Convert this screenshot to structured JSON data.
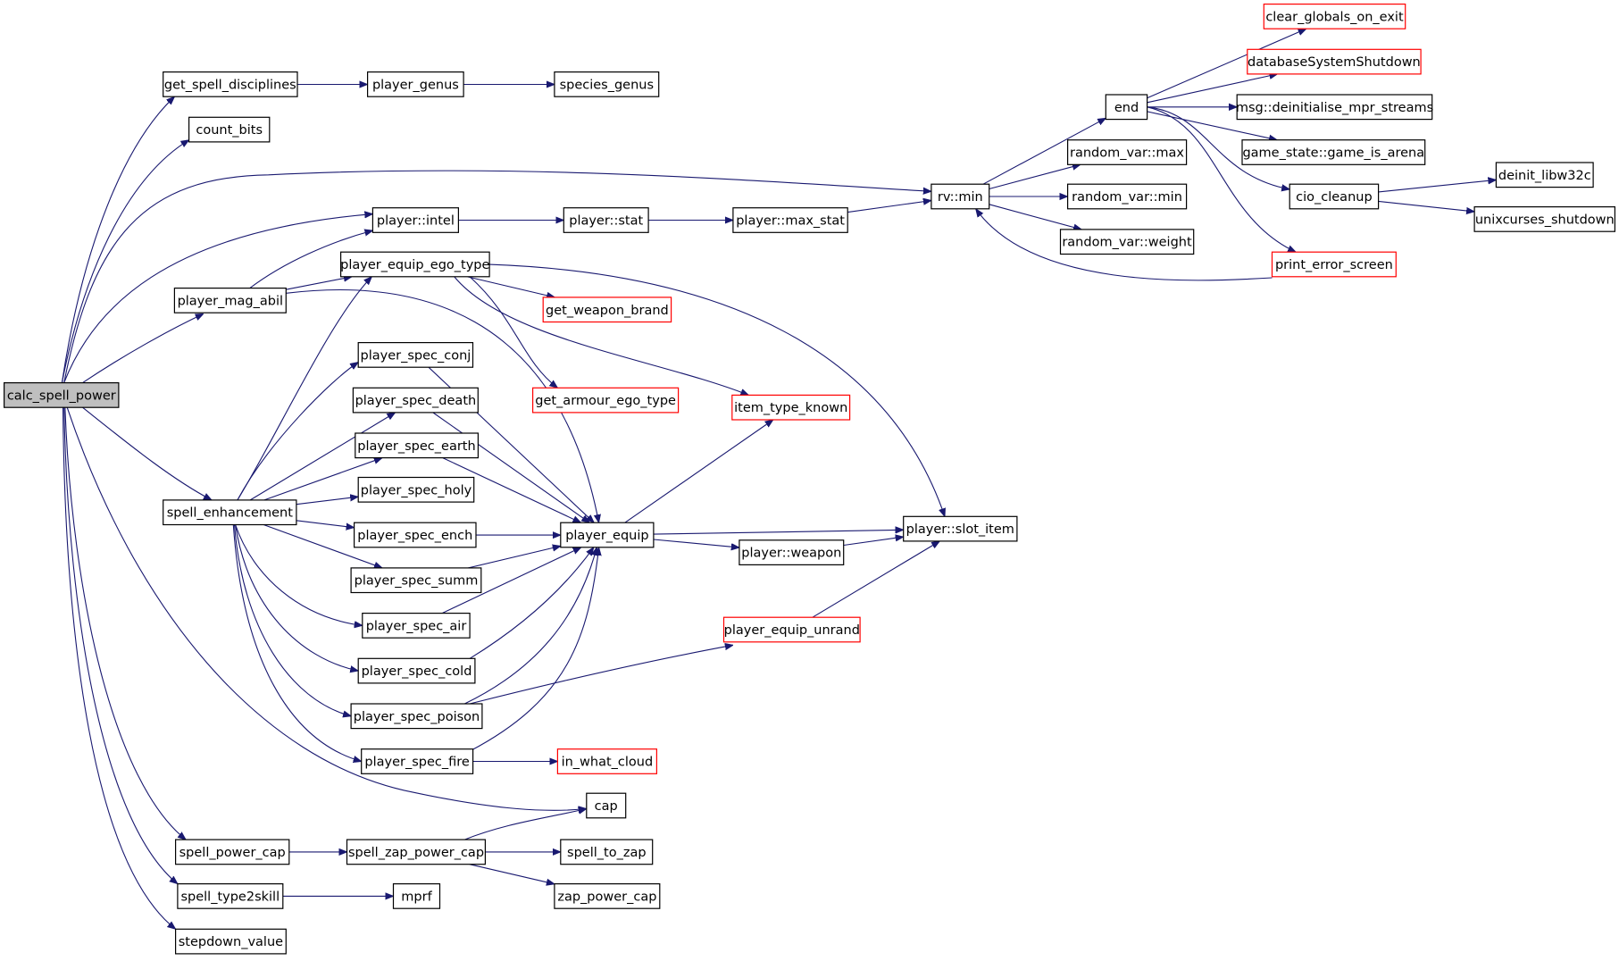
{
  "nodes": [
    {
      "id": "n0",
      "label": "calc_spell_power",
      "root": true
    },
    {
      "id": "n1",
      "label": "get_spell_disciplines"
    },
    {
      "id": "n2",
      "label": "player_genus"
    },
    {
      "id": "n3",
      "label": "species_genus"
    },
    {
      "id": "n4",
      "label": "count_bits"
    },
    {
      "id": "n5",
      "label": "rv::min"
    },
    {
      "id": "n6",
      "label": "end"
    },
    {
      "id": "n7",
      "label": "clear_globals_on_exit",
      "truncated": true
    },
    {
      "id": "n8",
      "label": "databaseSystemShutdown",
      "truncated": true
    },
    {
      "id": "n9",
      "label": "msg::deinitialise_mpr_streams"
    },
    {
      "id": "n10",
      "label": "game_state::game_is_arena"
    },
    {
      "id": "n11",
      "label": "cio_cleanup"
    },
    {
      "id": "n12",
      "label": "deinit_libw32c"
    },
    {
      "id": "n13",
      "label": "unixcurses_shutdown"
    },
    {
      "id": "n14",
      "label": "print_error_screen",
      "truncated": true
    },
    {
      "id": "n15",
      "label": "random_var::max"
    },
    {
      "id": "n16",
      "label": "random_var::min"
    },
    {
      "id": "n17",
      "label": "random_var::weight"
    },
    {
      "id": "n18",
      "label": "player::intel"
    },
    {
      "id": "n19",
      "label": "player::stat"
    },
    {
      "id": "n20",
      "label": "player::max_stat"
    },
    {
      "id": "n21",
      "label": "player_mag_abil"
    },
    {
      "id": "n22",
      "label": "player_equip_ego_type"
    },
    {
      "id": "n23",
      "label": "get_weapon_brand",
      "truncated": true
    },
    {
      "id": "n24",
      "label": "get_armour_ego_type",
      "truncated": true
    },
    {
      "id": "n25",
      "label": "item_type_known",
      "truncated": true
    },
    {
      "id": "n26",
      "label": "player::slot_item"
    },
    {
      "id": "n27",
      "label": "player_spec_conj"
    },
    {
      "id": "n28",
      "label": "player_spec_death"
    },
    {
      "id": "n29",
      "label": "player_spec_earth"
    },
    {
      "id": "n30",
      "label": "player_spec_holy"
    },
    {
      "id": "n31",
      "label": "spell_enhancement"
    },
    {
      "id": "n32",
      "label": "player_spec_ench"
    },
    {
      "id": "n33",
      "label": "player_equip"
    },
    {
      "id": "n34",
      "label": "player::weapon"
    },
    {
      "id": "n35",
      "label": "player_spec_summ"
    },
    {
      "id": "n36",
      "label": "player_spec_air"
    },
    {
      "id": "n37",
      "label": "player_equip_unrand",
      "truncated": true
    },
    {
      "id": "n38",
      "label": "player_spec_cold"
    },
    {
      "id": "n39",
      "label": "player_spec_poison"
    },
    {
      "id": "n40",
      "label": "player_spec_fire"
    },
    {
      "id": "n41",
      "label": "in_what_cloud",
      "truncated": true
    },
    {
      "id": "n42",
      "label": "cap"
    },
    {
      "id": "n43",
      "label": "spell_power_cap"
    },
    {
      "id": "n44",
      "label": "spell_zap_power_cap"
    },
    {
      "id": "n45",
      "label": "spell_to_zap"
    },
    {
      "id": "n46",
      "label": "zap_power_cap"
    },
    {
      "id": "n47",
      "label": "spell_type2skill"
    },
    {
      "id": "n48",
      "label": "mprf"
    },
    {
      "id": "n49",
      "label": "stepdown_value"
    }
  ],
  "edges": [
    [
      "n0",
      "n1"
    ],
    [
      "n0",
      "n4"
    ],
    [
      "n0",
      "n5"
    ],
    [
      "n0",
      "n18"
    ],
    [
      "n0",
      "n21"
    ],
    [
      "n0",
      "n31"
    ],
    [
      "n0",
      "n42"
    ],
    [
      "n0",
      "n43"
    ],
    [
      "n0",
      "n47"
    ],
    [
      "n0",
      "n49"
    ],
    [
      "n1",
      "n2"
    ],
    [
      "n2",
      "n3"
    ],
    [
      "n5",
      "n6"
    ],
    [
      "n5",
      "n15"
    ],
    [
      "n5",
      "n16"
    ],
    [
      "n5",
      "n17"
    ],
    [
      "n6",
      "n7"
    ],
    [
      "n6",
      "n8"
    ],
    [
      "n6",
      "n9"
    ],
    [
      "n6",
      "n10"
    ],
    [
      "n6",
      "n11"
    ],
    [
      "n6",
      "n14"
    ],
    [
      "n11",
      "n12"
    ],
    [
      "n11",
      "n13"
    ],
    [
      "n14",
      "n5"
    ],
    [
      "n18",
      "n19"
    ],
    [
      "n19",
      "n20"
    ],
    [
      "n20",
      "n5"
    ],
    [
      "n21",
      "n18"
    ],
    [
      "n21",
      "n22"
    ],
    [
      "n21",
      "n33"
    ],
    [
      "n22",
      "n23"
    ],
    [
      "n22",
      "n24"
    ],
    [
      "n22",
      "n25"
    ],
    [
      "n22",
      "n26"
    ],
    [
      "n31",
      "n22"
    ],
    [
      "n31",
      "n27"
    ],
    [
      "n31",
      "n28"
    ],
    [
      "n31",
      "n29"
    ],
    [
      "n31",
      "n30"
    ],
    [
      "n31",
      "n32"
    ],
    [
      "n31",
      "n35"
    ],
    [
      "n31",
      "n36"
    ],
    [
      "n31",
      "n38"
    ],
    [
      "n31",
      "n39"
    ],
    [
      "n31",
      "n40"
    ],
    [
      "n27",
      "n33"
    ],
    [
      "n28",
      "n33"
    ],
    [
      "n29",
      "n33"
    ],
    [
      "n32",
      "n33"
    ],
    [
      "n35",
      "n33"
    ],
    [
      "n36",
      "n33"
    ],
    [
      "n38",
      "n33"
    ],
    [
      "n39",
      "n33"
    ],
    [
      "n40",
      "n33"
    ],
    [
      "n39",
      "n37"
    ],
    [
      "n40",
      "n41"
    ],
    [
      "n33",
      "n25"
    ],
    [
      "n33",
      "n26"
    ],
    [
      "n33",
      "n34"
    ],
    [
      "n34",
      "n26"
    ],
    [
      "n37",
      "n26"
    ],
    [
      "n43",
      "n44"
    ],
    [
      "n44",
      "n42"
    ],
    [
      "n44",
      "n45"
    ],
    [
      "n44",
      "n46"
    ],
    [
      "n47",
      "n48"
    ]
  ]
}
